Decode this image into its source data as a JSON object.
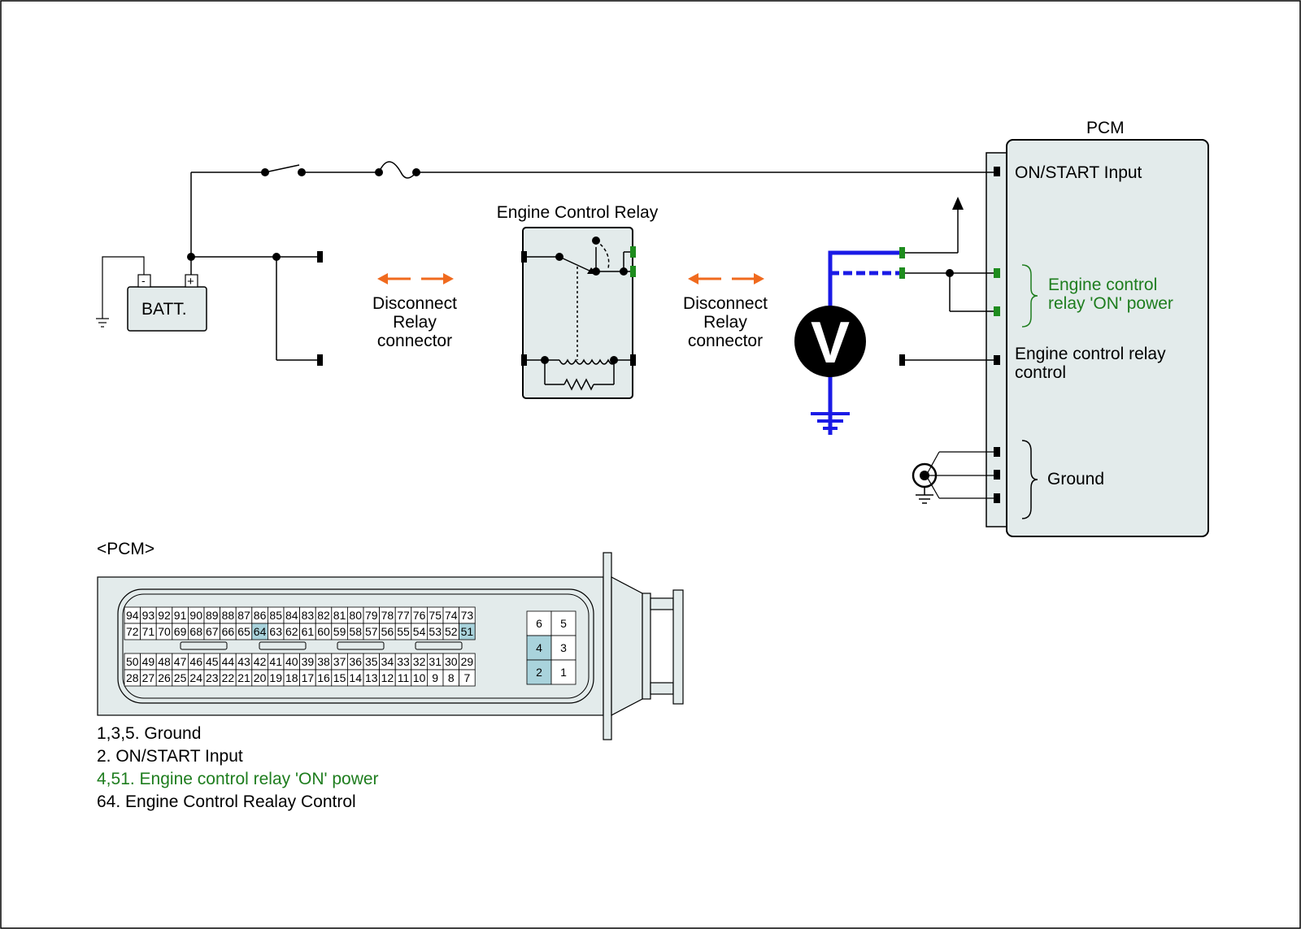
{
  "labels": {
    "pcm_title": "PCM",
    "relay_title": "Engine Control Relay",
    "battery": "BATT.",
    "batt_neg": "-",
    "batt_pos": "+",
    "disconnect_left": [
      "Disconnect",
      "Relay",
      "connector"
    ],
    "disconnect_right": [
      "Disconnect",
      "Relay",
      "connector"
    ],
    "voltmeter": "V",
    "on_start_input": "ON/START Input",
    "relay_on_power": [
      "Engine control",
      "relay 'ON' power"
    ],
    "relay_control": [
      "Engine control relay",
      "control"
    ],
    "ground": "Ground",
    "connector_title": "<PCM>"
  },
  "connector": {
    "row1": [
      "94",
      "93",
      "92",
      "91",
      "90",
      "89",
      "88",
      "87",
      "86",
      "85",
      "84",
      "83",
      "82",
      "81",
      "80",
      "79",
      "78",
      "77",
      "76",
      "75",
      "74",
      "73"
    ],
    "row2": [
      "72",
      "71",
      "70",
      "69",
      "68",
      "67",
      "66",
      "65",
      "64",
      "63",
      "62",
      "61",
      "60",
      "59",
      "58",
      "57",
      "56",
      "55",
      "54",
      "53",
      "52",
      "51"
    ],
    "row3": [
      "50",
      "49",
      "48",
      "47",
      "46",
      "45",
      "44",
      "43",
      "42",
      "41",
      "40",
      "39",
      "38",
      "37",
      "36",
      "35",
      "34",
      "33",
      "32",
      "31",
      "30",
      "29"
    ],
    "row4": [
      "28",
      "27",
      "26",
      "25",
      "24",
      "23",
      "22",
      "21",
      "20",
      "19",
      "18",
      "17",
      "16",
      "15",
      "14",
      "13",
      "12",
      "11",
      "10",
      "9",
      "8",
      "7"
    ],
    "big_pins": [
      [
        "6",
        "5"
      ],
      [
        "4",
        "3"
      ],
      [
        "2",
        "1"
      ]
    ],
    "highlighted": [
      "64",
      "51",
      "4",
      "2"
    ],
    "highlight_color": "#a9d3dc"
  },
  "legend": [
    {
      "text": "1,3,5. Ground",
      "color": "#000000"
    },
    {
      "text": "2. ON/START Input",
      "color": "#000000"
    },
    {
      "text": "4,51. Engine control relay 'ON' power",
      "color": "#1e7d1e"
    },
    {
      "text": "64. Engine Control Realay Control",
      "color": "#000000"
    }
  ],
  "colors": {
    "wire": "#000000",
    "meter_lead": "#1a1ae6",
    "arrow": "#f06a1e",
    "terminal_green": "#1e8c1e",
    "panel_fill": "#e3ebeb",
    "accent_green": "#1e7d1e"
  }
}
